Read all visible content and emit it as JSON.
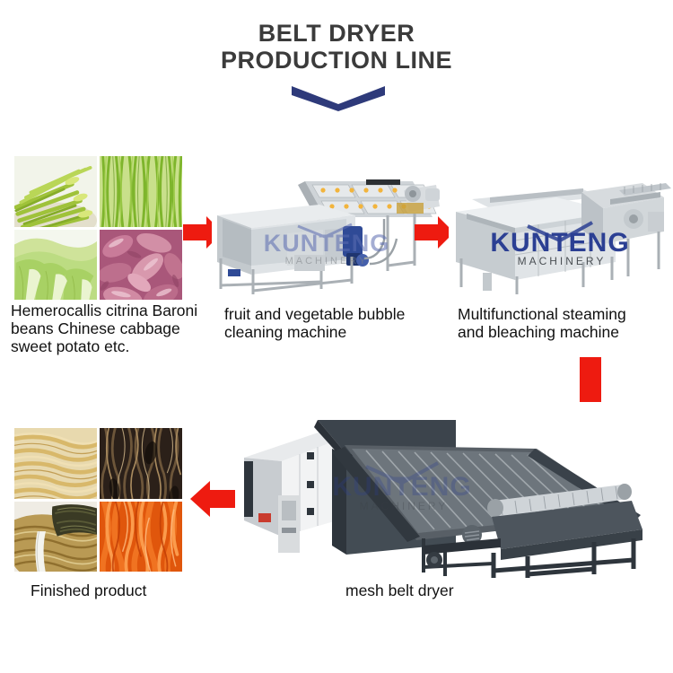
{
  "page": {
    "background": "#ffffff",
    "title_color": "#3b3b3b",
    "accent_red": "#ee1b10",
    "accent_navy": "#2e3a7a",
    "brand_blue": "#2b3f93"
  },
  "header": {
    "title_line_1": "BELT DRYER",
    "title_line_2": "PRODUCTION LINE",
    "divider_icon": "chevron-down-icon"
  },
  "brand": {
    "name": "Kunteng",
    "name_upper": "KUNTENG",
    "tagline": "MACHINERY"
  },
  "stages": [
    {
      "id": "raw-material",
      "caption": "Hemerocallis citrina Baroni\nbeans  Chinese cabbage\nsweet potato etc.",
      "photos": [
        {
          "name": "daylily-buds-photo",
          "alt": "Hemerocallis citrina Baroni buds"
        },
        {
          "name": "long-beans-photo",
          "alt": "green long beans"
        },
        {
          "name": "chinese-cabbage-photo",
          "alt": "Chinese cabbage"
        },
        {
          "name": "sweet-potato-photo",
          "alt": "sweet potatoes"
        }
      ]
    },
    {
      "id": "bubble-cleaning",
      "caption": "fruit and vegetable bubble\ncleaning machine",
      "photo": {
        "name": "bubble-cleaning-machine-photo",
        "alt": "stainless steel bubble washing machine"
      }
    },
    {
      "id": "steaming-bleaching",
      "caption": "Multifunctional steaming\nand bleaching machine",
      "photo": {
        "name": "steaming-bleaching-machine-photo",
        "alt": "stainless steel blanching machine"
      }
    },
    {
      "id": "mesh-belt-dryer",
      "caption": "mesh belt dryer",
      "photo": {
        "name": "mesh-belt-dryer-photo",
        "alt": "industrial mesh belt dryer"
      }
    },
    {
      "id": "finished-product",
      "caption": "Finished product",
      "photos": [
        {
          "name": "dried-tan-strips-photo",
          "alt": "dried pale tan strips"
        },
        {
          "name": "dried-dark-beans-photo",
          "alt": "dried dark brown beans"
        },
        {
          "name": "dried-bundled-vegetable-photo",
          "alt": "bundled dried vegetables"
        },
        {
          "name": "dried-orange-strips-photo",
          "alt": "dried orange strips"
        }
      ]
    }
  ],
  "flow_arrows": [
    {
      "name": "arrow-raw-to-cleaning",
      "direction": "right"
    },
    {
      "name": "arrow-cleaning-to-steaming",
      "direction": "right"
    },
    {
      "name": "arrow-steaming-to-dryer",
      "direction": "down"
    },
    {
      "name": "arrow-dryer-to-finished",
      "direction": "left"
    }
  ]
}
